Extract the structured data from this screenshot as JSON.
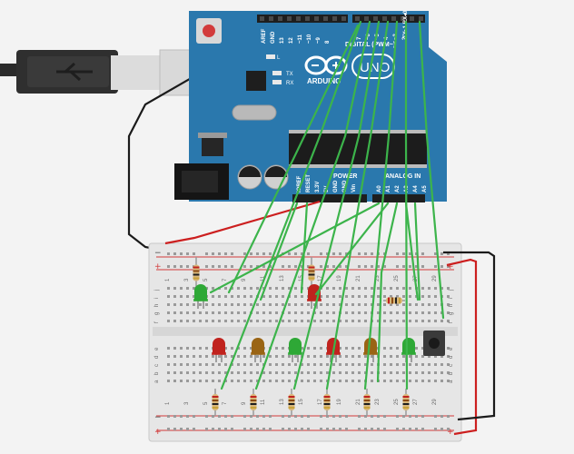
{
  "board": {
    "logo": "ARDUINO",
    "model": "UNO",
    "digital_header_label": "DIGITAL (PWM~)",
    "tx_rx_label": "TX▸1 RX◂0",
    "left_pins": [
      "AREF",
      "GND",
      "13",
      "12",
      "~11",
      "~10",
      "~9",
      "8"
    ],
    "digital_pins": [
      "7",
      "~6",
      "~5",
      "4",
      "~3",
      "2"
    ],
    "led_labels": [
      "L",
      "TX",
      "RX"
    ],
    "power_label": "POWER",
    "analog_label": "ANALOG IN",
    "power_pins": [
      "IOREF",
      "RESET",
      "3.3V",
      "5V",
      "GND",
      "GND",
      "Vin"
    ],
    "analog_pins": [
      "A0",
      "A1",
      "A2",
      "A3",
      "A4",
      "A5"
    ]
  },
  "breadboard": {
    "row_letters_top": [
      "j",
      "i",
      "h",
      "g",
      "f"
    ],
    "row_letters_bottom": [
      "e",
      "d",
      "c",
      "b",
      "a"
    ],
    "column_numbers": [
      "1",
      "3",
      "5",
      "7",
      "9",
      "11",
      "13",
      "15",
      "17",
      "19",
      "21",
      "23",
      "25",
      "27",
      "29"
    ],
    "rail_plus": "+",
    "rail_minus": "−"
  },
  "components": {
    "leds": [
      "green",
      "red",
      "red",
      "amber",
      "green",
      "red",
      "amber",
      "green"
    ],
    "button": "pushbutton"
  },
  "colors": {
    "board": "#2a78ad",
    "wire_signal": "#3cb44b",
    "wire_power": "#cc1f1f",
    "wire_ground": "#1a1a1a",
    "led_red": "#c0231e",
    "led_green": "#2ea836",
    "led_amber": "#9a6414"
  }
}
